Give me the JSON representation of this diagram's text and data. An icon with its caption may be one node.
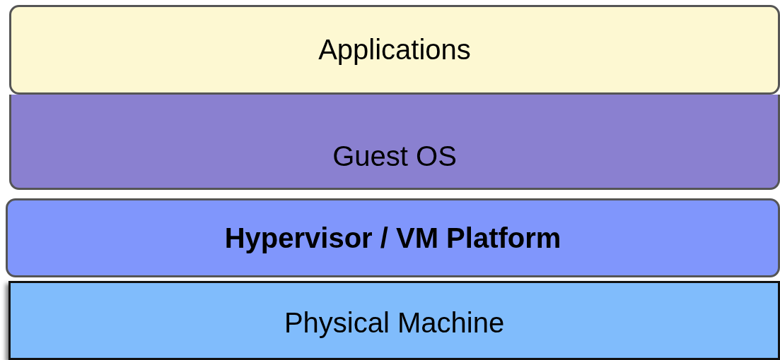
{
  "diagram": {
    "nodes": [
      {
        "text": [
          "Applications"
        ]
      },
      {
        "text": [
          "Guest OS"
        ]
      },
      {
        "text": [
          "Hypervisor / VM Platform"
        ]
      },
      {
        "text": [
          "Physical Machine"
        ]
      }
    ]
  }
}
